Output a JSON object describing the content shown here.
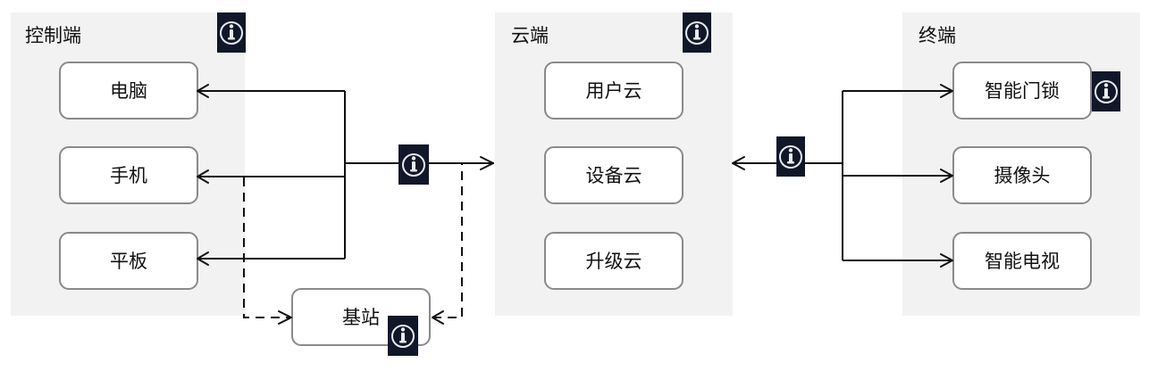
{
  "groups": {
    "control": {
      "title": "控制端",
      "nodes": [
        "电脑",
        "手机",
        "平板"
      ]
    },
    "cloud": {
      "title": "云端",
      "nodes": [
        "用户云",
        "设备云",
        "升级云"
      ]
    },
    "terminal": {
      "title": "终端",
      "nodes": [
        "智能门锁",
        "摄像头",
        "智能电视"
      ]
    }
  },
  "base_station": {
    "label": "基站"
  },
  "icons": {
    "info": "info-icon"
  },
  "colors": {
    "panel": "#f2f2f2",
    "node_border": "#8a8a8a",
    "edge": "#111111",
    "info_badge": "#0f1729"
  }
}
